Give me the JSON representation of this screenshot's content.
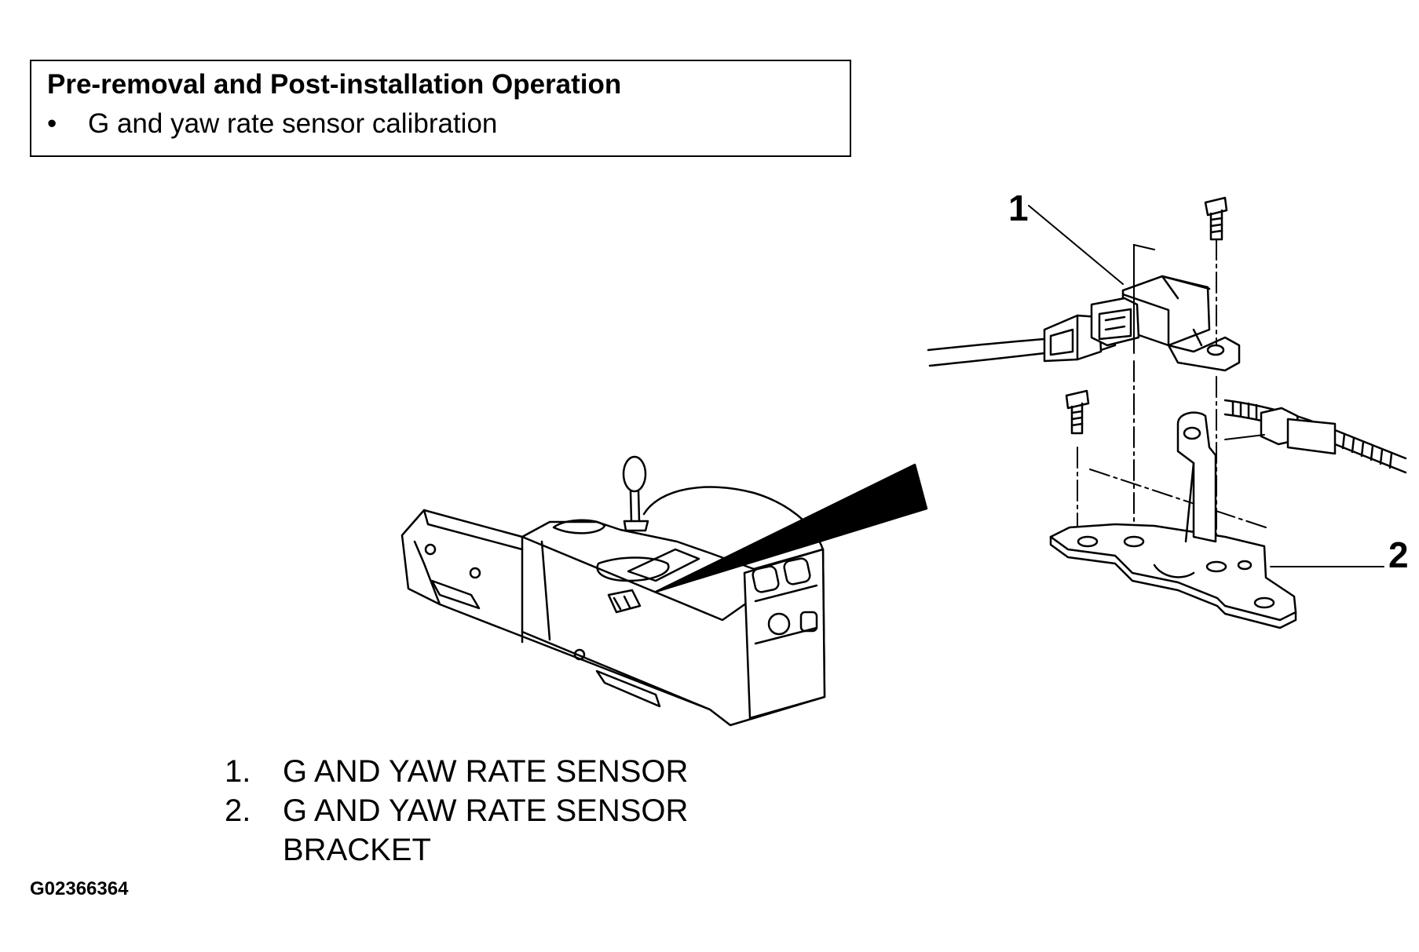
{
  "note": {
    "title": "Pre-removal and Post-installation Operation",
    "bullet": "•",
    "items": [
      "G and yaw rate sensor calibration"
    ]
  },
  "callouts": [
    "1",
    "2"
  ],
  "legend": [
    {
      "num": "1.",
      "text": "G AND YAW RATE SENSOR"
    },
    {
      "num": "2.",
      "text": "G AND YAW RATE SENSOR",
      "text2": "BRACKET"
    }
  ],
  "figure_id": "G02366364"
}
